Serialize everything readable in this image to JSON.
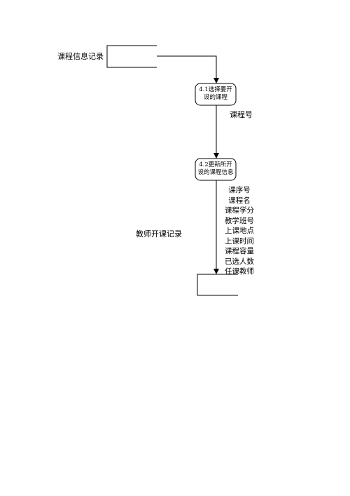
{
  "diagram": {
    "stores": {
      "course_info": {
        "label": "课程信息记录"
      },
      "teacher_courses": {
        "label": "教师开课记录"
      }
    },
    "processes": {
      "p41": {
        "line1": "4.1选择要开",
        "line2": "设的课程"
      },
      "p42": {
        "line1": "4.2更新所开",
        "line2": "设的课程信息"
      }
    },
    "flows": {
      "course_number": {
        "label": "课程号"
      },
      "course_fields": {
        "items": [
          "课序号",
          "课程名",
          "课程学分",
          "教学班号",
          "上课地点",
          "上课时间",
          "课程容量",
          "已选人数",
          "任课教师"
        ]
      }
    },
    "colors": {
      "line": "#000000",
      "background": "#ffffff"
    }
  }
}
